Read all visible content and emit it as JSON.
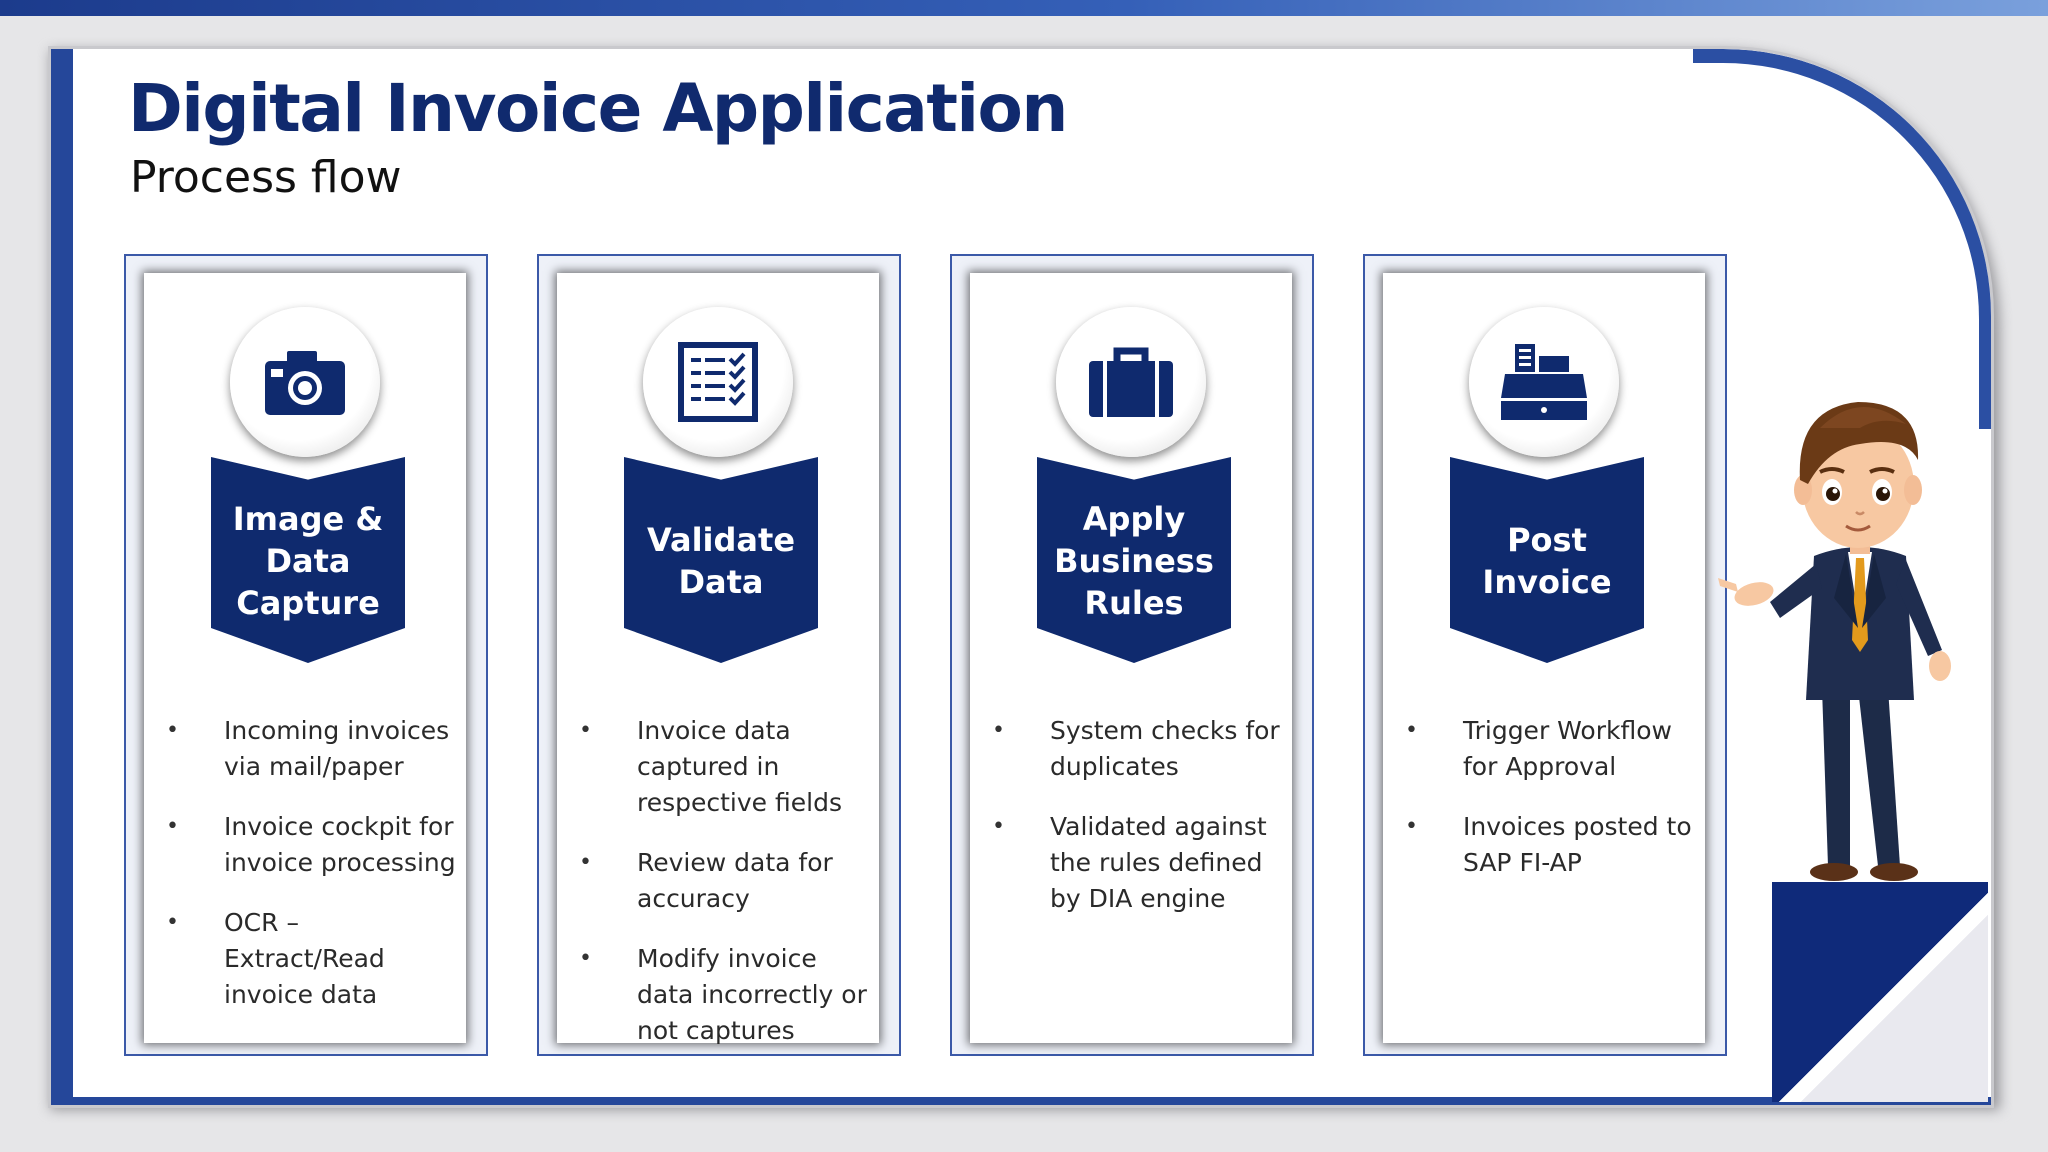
{
  "header": {
    "title": "Digital Invoice Application",
    "subtitle": "Process flow"
  },
  "steps": [
    {
      "icon": "camera-icon",
      "label": "Image &\nData\nCapture",
      "bullets": [
        "Incoming invoices via mail/paper",
        "Invoice cockpit for invoice processing",
        "OCR – Extract/Read invoice data"
      ]
    },
    {
      "icon": "checklist-icon",
      "label": "Validate\nData",
      "bullets": [
        "Invoice data captured in respective fields",
        "Review data for accuracy",
        "Modify invoice data incorrectly or not captures"
      ]
    },
    {
      "icon": "briefcase-icon",
      "label": "Apply\nBusiness\nRules",
      "bullets": [
        "System checks for duplicates",
        "Validated against the rules defined by DIA engine"
      ]
    },
    {
      "icon": "cash-register-icon",
      "label": "Post\nInvoice",
      "bullets": [
        "Trigger Workflow for Approval",
        "Invoices posted to SAP FI-AP"
      ]
    }
  ],
  "colors": {
    "primary_navy": "#0f2a6e",
    "accent_blue": "#25479a",
    "tie_orange": "#e39a1c"
  }
}
